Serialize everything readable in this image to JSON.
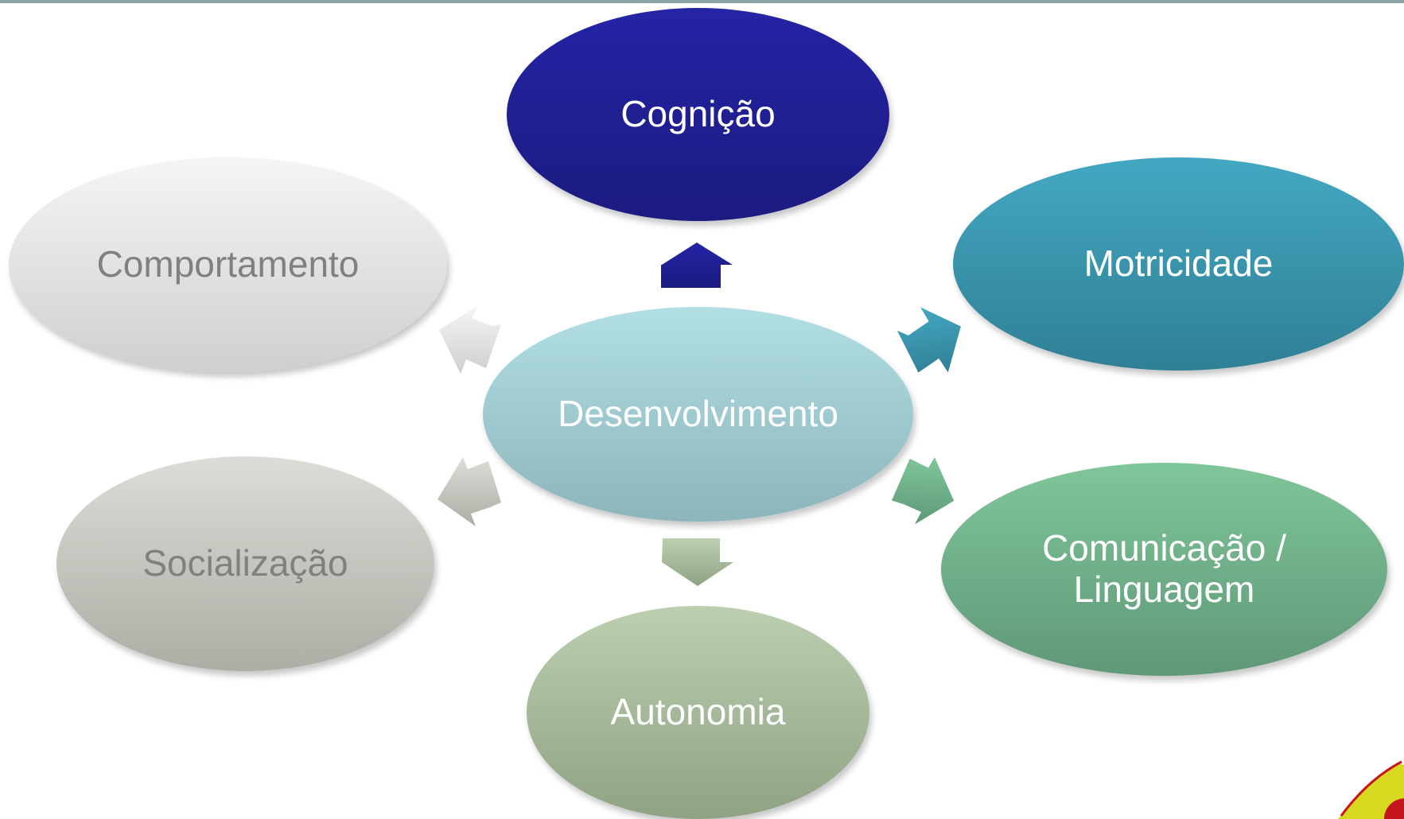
{
  "diagram": {
    "center": {
      "label": "Desenvolvimento",
      "color_top": "#b1dfe4",
      "color_bottom": "#8cb5bb",
      "text_color": "#ffffff"
    },
    "nodes": [
      {
        "id": "cog",
        "label": "Cognição",
        "color_top": "#2424a6",
        "color_bottom": "#1b1b80",
        "text_color": "#ffffff"
      },
      {
        "id": "mot",
        "label": "Motricidade",
        "color_top": "#44a8c2",
        "color_bottom": "#2f7f95",
        "text_color": "#ffffff"
      },
      {
        "id": "com",
        "label": "Comunicação / Linguagem",
        "color_top": "#7fc69a",
        "color_bottom": "#5f9877",
        "text_color": "#ffffff"
      },
      {
        "id": "aut",
        "label": "Autonomia",
        "color_top": "#bccfb0",
        "color_bottom": "#8fa384",
        "text_color": "#ffffff"
      },
      {
        "id": "soc",
        "label": "Socialização",
        "color_top": "#ddddd7",
        "color_bottom": "#adada6",
        "text_color": "#808080"
      },
      {
        "id": "comp",
        "label": "Comportamento",
        "color_top": "#f5f5f5",
        "color_bottom": "#cfcfcf",
        "text_color": "#808080"
      }
    ]
  },
  "colors": {
    "top_bar": "#8aa3a6",
    "logo_yellow": "#d8d820",
    "logo_red": "#c4161c"
  }
}
